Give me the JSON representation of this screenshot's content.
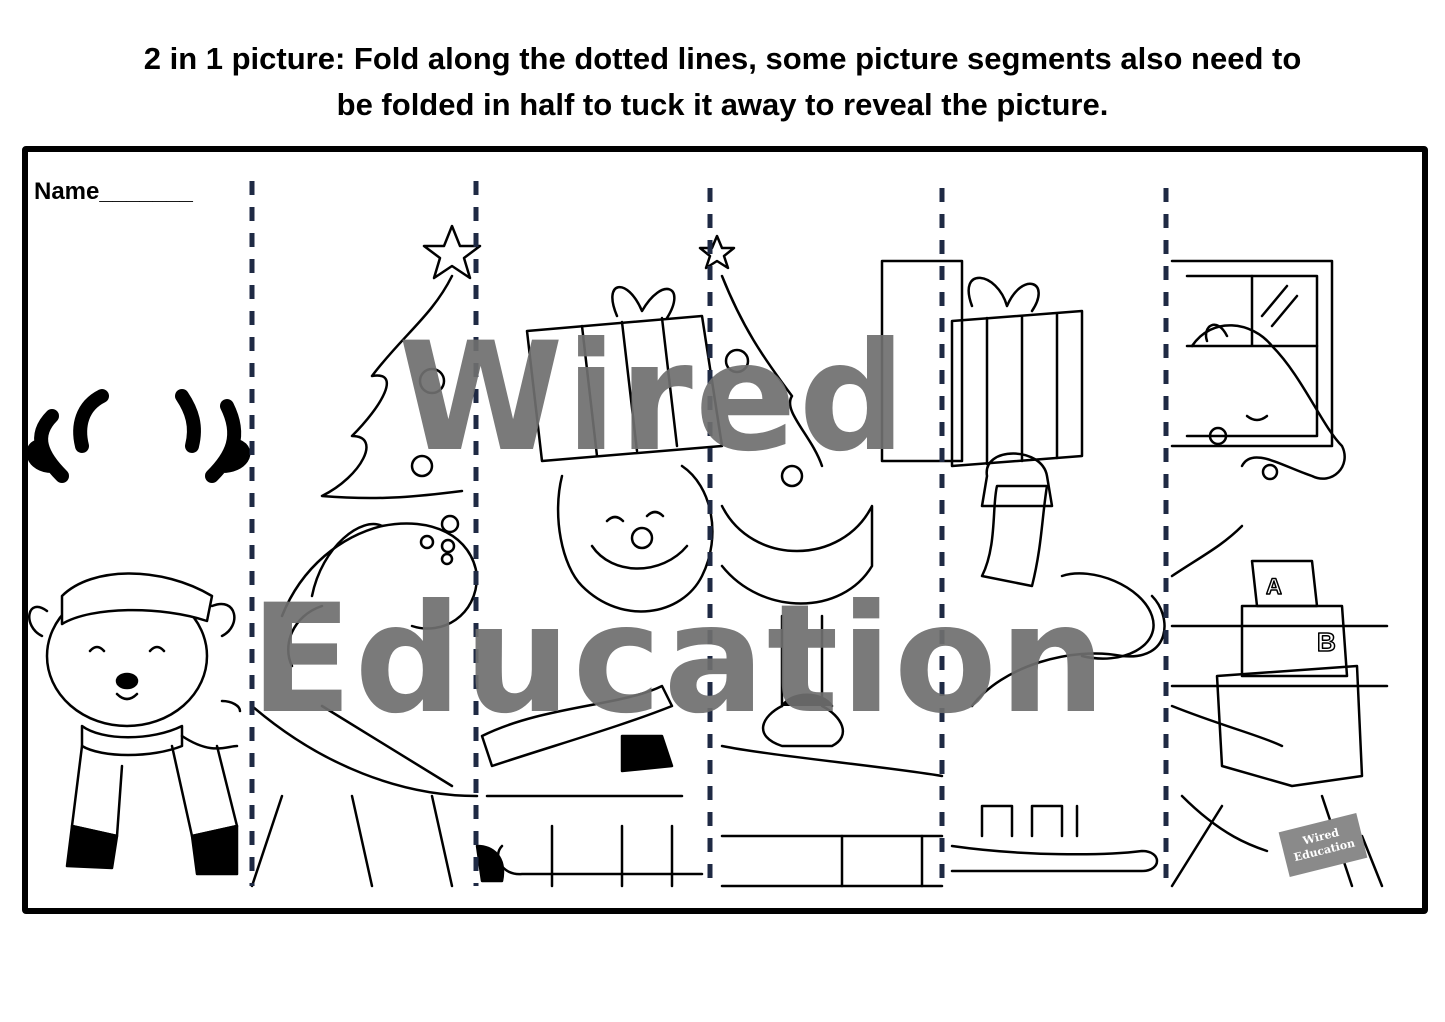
{
  "instructions": {
    "line1": "2 in 1 picture:  Fold along the dotted lines, some picture segments also need to",
    "line2": "be folded in half to tuck it away to reveal the picture."
  },
  "worksheet": {
    "name_label": "Name_______",
    "segments": 6,
    "scene_elements": [
      "reindeer-icon",
      "christmas-tree-icon",
      "rocking-horse-icon",
      "santa-icon",
      "gift-box-icon",
      "sleigh-icon",
      "toy-blocks-icon",
      "window-icon"
    ],
    "blocks": [
      "A",
      "B"
    ]
  },
  "watermark": {
    "line1": "Wired",
    "line2": "Education"
  },
  "badge": {
    "line1": "Wired",
    "line2": "Education"
  },
  "colors": {
    "watermark": "#6f6f6f",
    "dash": "#1f2a44",
    "ink": "#000000"
  }
}
